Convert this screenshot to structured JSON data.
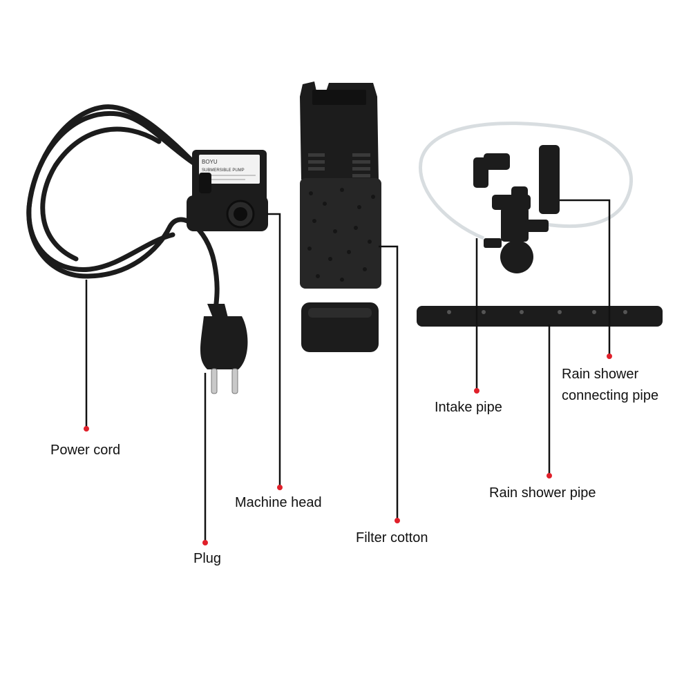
{
  "labels": {
    "power_cord": "Power cord",
    "plug": "Plug",
    "machine_head": "Machine head",
    "filter_cotton": "Filter cotton",
    "intake_pipe": "Intake pipe",
    "rain_shower_connecting_pipe": [
      "Rain shower",
      "connecting pipe"
    ],
    "rain_shower_pipe": "Rain shower pipe"
  },
  "device_label": {
    "brand": "BOYU",
    "line1": "SUBMERSIBLE PUMP"
  },
  "colors": {
    "background": "#ffffff",
    "product": "#1c1c1c",
    "leader_line": "#111111",
    "dot": "#e0202a",
    "tube": "#d8dde0"
  }
}
